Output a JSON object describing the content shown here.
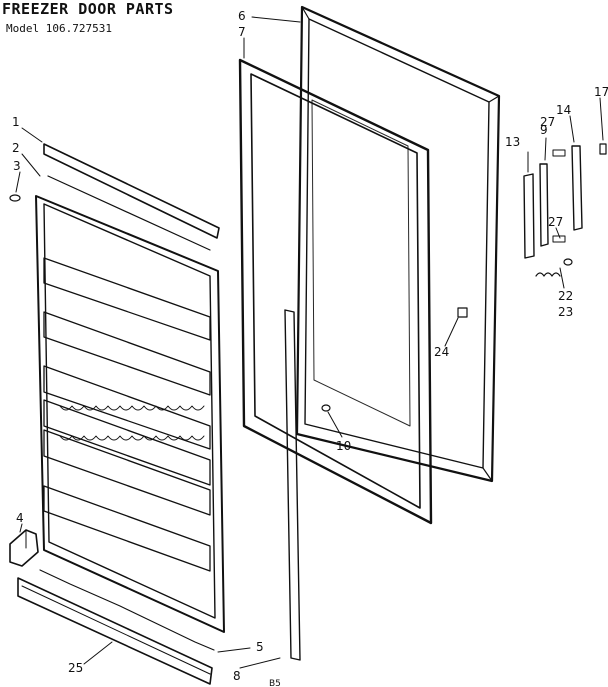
{
  "title": "FREEZER DOOR PARTS",
  "model": "Model 106.727531",
  "code": "B5",
  "callouts": [
    {
      "id": "1",
      "text": "1"
    },
    {
      "id": "2",
      "text": "2"
    },
    {
      "id": "3",
      "text": "3"
    },
    {
      "id": "4",
      "text": "4"
    },
    {
      "id": "5",
      "text": "5"
    },
    {
      "id": "6",
      "text": "6"
    },
    {
      "id": "7",
      "text": "7"
    },
    {
      "id": "8",
      "text": "8"
    },
    {
      "id": "9",
      "text": "9"
    },
    {
      "id": "10",
      "text": "10"
    },
    {
      "id": "13",
      "text": "13"
    },
    {
      "id": "14",
      "text": "14"
    },
    {
      "id": "17",
      "text": "17"
    },
    {
      "id": "22",
      "text": "22"
    },
    {
      "id": "23",
      "text": "23"
    },
    {
      "id": "24",
      "text": "24"
    },
    {
      "id": "25",
      "text": "25"
    },
    {
      "id": "27a",
      "text": "27"
    },
    {
      "id": "27b",
      "text": "27"
    }
  ]
}
